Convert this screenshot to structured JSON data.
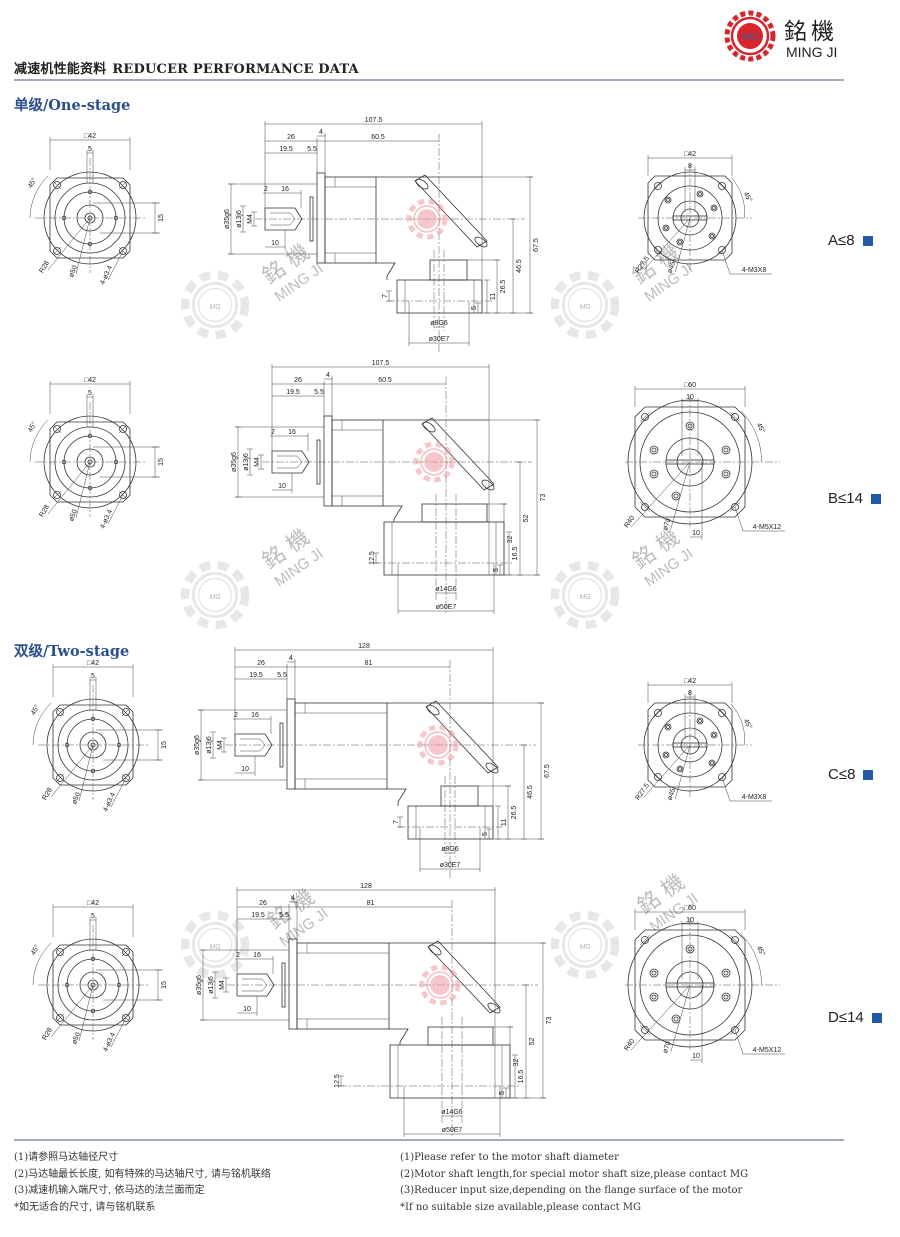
{
  "header": {
    "title_cn": "减速机性能资料",
    "title_en": "REDUCER PERFORMANCE DATA",
    "logo": {
      "cn": "銘機",
      "en": "MING JI",
      "mark": "MG"
    }
  },
  "sections": [
    {
      "title": "单级/One-stage"
    },
    {
      "title": "双级/Two-stage"
    }
  ],
  "watermark": {
    "cn": "銘 機",
    "en": "MING JI",
    "mark": "MG"
  },
  "colors": {
    "accent_blue": "#2b4f8e",
    "marker_blue": "#1f5aa6",
    "logo_red": "#d6262c",
    "rule": "#a3abb8"
  },
  "rows": [
    {
      "label": "A≤8",
      "front": {
        "square": "□42",
        "key": "5",
        "offset": "15",
        "angle": "45°",
        "radius": "R28",
        "dia": "ø50",
        "holes": "4-ø3.4"
      },
      "side": {
        "total": "107.5",
        "d26": "26",
        "body": "60.5",
        "d19": "19.5",
        "d55": "5.5",
        "d4": "4",
        "d2": "2",
        "d16": "16",
        "pilot": "ø35g6",
        "shaft": "ø13j6",
        "thread": "M4",
        "d10": "10",
        "h1": "67.5",
        "h2": "46.5",
        "h3": "26.5",
        "h4": "11",
        "h5": "5",
        "h6": "7",
        "bore": "ø8G6",
        "spigot": "ø30E7"
      },
      "end": {
        "square": "□42",
        "key": "8",
        "angle": "45°",
        "radius": "R27.5",
        "dia": "ø45",
        "holes": "4-M3X8",
        "key2": ""
      }
    },
    {
      "label": "B≤14",
      "front": {
        "square": "□42",
        "key": "5",
        "offset": "15",
        "angle": "45°",
        "radius": "R28",
        "dia": "ø50",
        "holes": "4-ø3.4"
      },
      "side": {
        "total": "107.5",
        "d26": "26",
        "body": "60.5",
        "d19": "19.5",
        "d55": "5.5",
        "d4": "4",
        "d2": "2",
        "d16": "16",
        "pilot": "ø35g6",
        "shaft": "ø13j6",
        "thread": "M4",
        "d10": "10",
        "h1": "73",
        "h2": "52",
        "h3": "32",
        "h4": "16.5",
        "h5": "5",
        "h6": "12.5",
        "bore": "ø14G6",
        "spigot": "ø50E7"
      },
      "end": {
        "square": "□60",
        "key": "10",
        "angle": "45°",
        "radius": "R40",
        "dia": "ø70",
        "holes": "4-M5X12",
        "key2": "10"
      }
    },
    {
      "label": "C≤8",
      "front": {
        "square": "□42",
        "key": "5",
        "offset": "15",
        "angle": "45°",
        "radius": "R28",
        "dia": "ø50",
        "holes": "4-ø3.4"
      },
      "side": {
        "total": "128",
        "d26": "26",
        "body": "81",
        "d19": "19.5",
        "d55": "5.5",
        "d4": "4",
        "d2": "2",
        "d16": "16",
        "pilot": "ø35g6",
        "shaft": "ø13j6",
        "thread": "M4",
        "d10": "10",
        "h1": "67.5",
        "h2": "46.5",
        "h3": "26.5",
        "h4": "11",
        "h5": "5",
        "h6": "7",
        "bore": "ø8G6",
        "spigot": "ø30E7"
      },
      "end": {
        "square": "□42",
        "key": "8",
        "angle": "45°",
        "radius": "R27.5",
        "dia": "ø45",
        "holes": "4-M3X8",
        "key2": ""
      }
    },
    {
      "label": "D≤14",
      "front": {
        "square": "□42",
        "key": "5",
        "offset": "15",
        "angle": "45°",
        "radius": "R28",
        "dia": "ø50",
        "holes": "4-ø3.4"
      },
      "side": {
        "total": "128",
        "d26": "26",
        "body": "81",
        "d19": "19.5",
        "d55": "5.5",
        "d4": "4",
        "d2": "2",
        "d16": "16",
        "pilot": "ø35g6",
        "shaft": "ø13j6",
        "thread": "M4",
        "d10": "10",
        "h1": "73",
        "h2": "52",
        "h3": "32",
        "h4": "16.5",
        "h5": "5",
        "h6": "12.5",
        "bore": "ø14G6",
        "spigot": "ø50E7"
      },
      "end": {
        "square": "□60",
        "key": "10",
        "angle": "45°",
        "radius": "R40",
        "dia": "ø70",
        "holes": "4-M5X12",
        "key2": "10"
      }
    }
  ],
  "notes": {
    "cn": [
      "(1)请参照马达轴径尺寸",
      "(2)马达轴最长长度, 如有特殊的马达轴尺寸, 请与铭机联络",
      "(3)减速机输入端尺寸, 依马达的法兰面而定",
      "*如无适合的尺寸, 请与铭机联系"
    ],
    "en": [
      "(1)Please refer to the motor shaft diameter",
      "(2)Motor shaft length,for special motor shaft size,please contact MG",
      "(3)Reducer input size,depending on the flange surface of the motor",
      "*If no suitable size available,please contact MG"
    ]
  }
}
